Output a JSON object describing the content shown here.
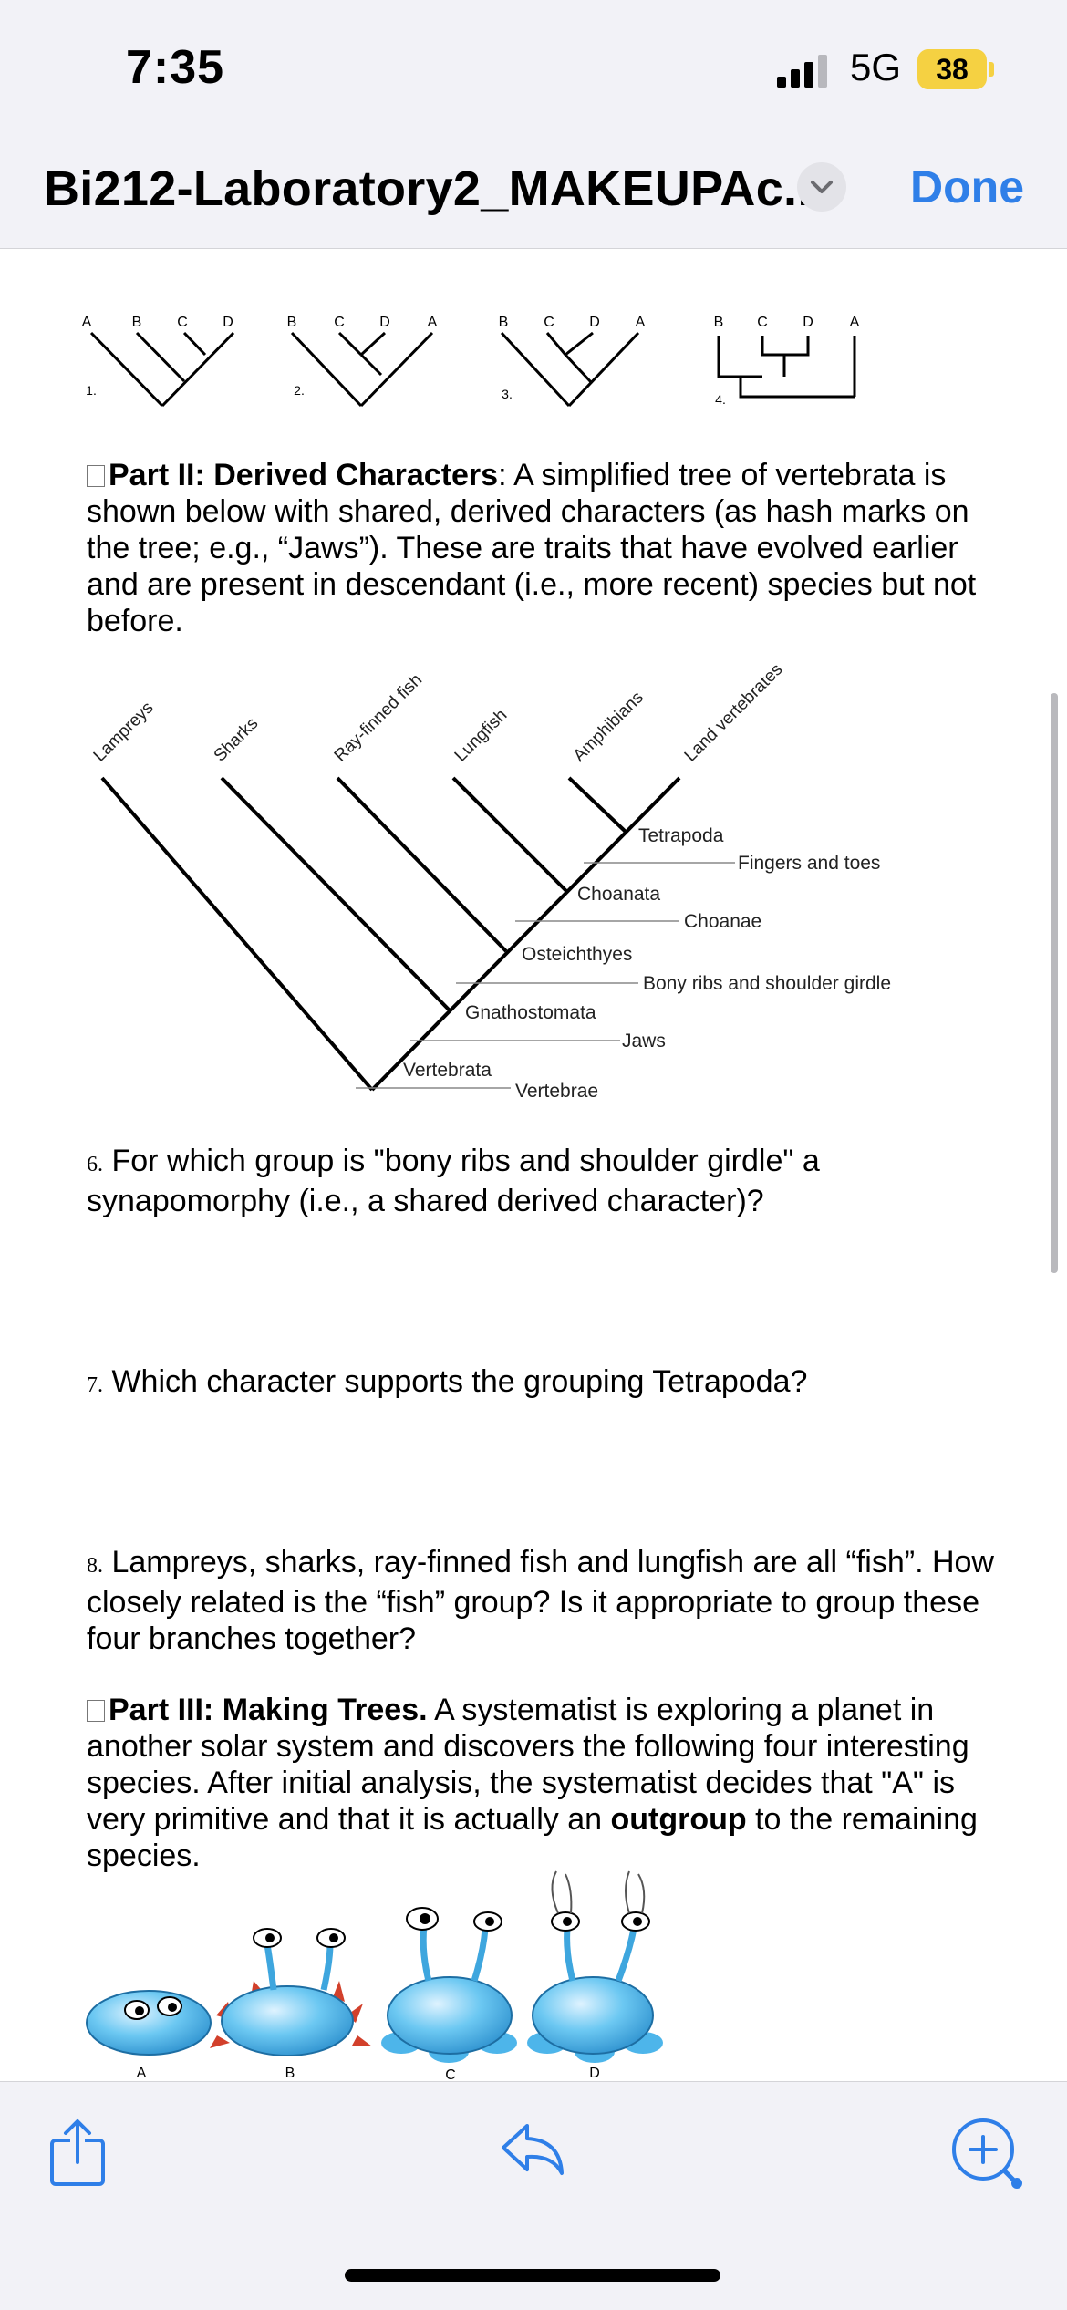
{
  "status": {
    "time": "7:35",
    "network": "5G",
    "battery": "38"
  },
  "nav": {
    "title": "Bi212-Laboratory2_MAKEUPAc...",
    "done_label": "Done"
  },
  "small_trees": [
    {
      "number": "1.",
      "tips": [
        "A",
        "B",
        "C",
        "D"
      ]
    },
    {
      "number": "2.",
      "tips": [
        "B",
        "C",
        "D",
        "A"
      ]
    },
    {
      "number": "3.",
      "tips": [
        "B",
        "C",
        "D",
        "A"
      ]
    },
    {
      "number": "4.",
      "tips": [
        "B",
        "C",
        "D",
        "A"
      ]
    }
  ],
  "part2": {
    "title": "Part II: Derived Characters",
    "text": ": A simplified tree of vertebrata is shown below with shared, derived characters (as hash marks on the tree; e.g., “Jaws”).  These are traits that have evolved earlier and are present in descendant (i.e., more recent) species but not before."
  },
  "cladogram": {
    "taxa": [
      "Lampreys",
      "Sharks",
      "Ray-finned fish",
      "Lungfish",
      "Amphibians",
      "Land vertebrates"
    ],
    "clades": [
      "Tetrapoda",
      "Choanata",
      "Osteichthyes",
      "Gnathostomata",
      "Vertebrata"
    ],
    "characters": [
      "Fingers and toes",
      "Choanae",
      "Bony ribs and shoulder girdle",
      "Jaws",
      "Vertebrae"
    ]
  },
  "questions": [
    {
      "number": "6.",
      "text": "For which group is \"bony ribs and shoulder girdle\" a synapomorphy (i.e., a shared derived character)?"
    },
    {
      "number": "7.",
      "text": "Which character supports the grouping Tetrapoda?"
    },
    {
      "number": "8.",
      "text": "Lampreys, sharks, ray-finned fish and lungfish are all “fish”.  How closely related is the “fish” group?  Is it appropriate to group these four branches together?"
    }
  ],
  "part3": {
    "title": "Part III: Making Trees.",
    "text_a": " A systematist is exploring a planet in another solar system and discovers the following four interesting species. After initial analysis, the systematist decides that \"A\" is very primitive and that it is actually an ",
    "bold": "outgroup",
    "text_b": " to the remaining species."
  },
  "creatures": [
    "A",
    "B",
    "C",
    "D"
  ],
  "toolbar": {
    "share_icon": "share-icon",
    "reply_icon": "reply-icon",
    "markup_icon": "markup-icon"
  }
}
